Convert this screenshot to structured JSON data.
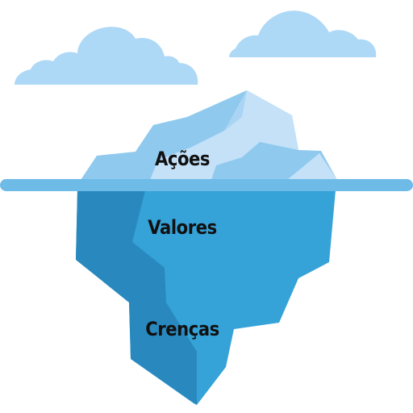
{
  "layers": [
    {
      "label": "Ações",
      "zone": "above-water"
    },
    {
      "label": "Valores",
      "zone": "below-water"
    },
    {
      "label": "Crenças",
      "zone": "deep"
    }
  ],
  "colors": {
    "cloud": "#add8f6",
    "ice_light": "#c4e1f8",
    "ice_mid": "#8fc9ee",
    "waterline": "#6fbbe8",
    "underwater_light": "#35a2d8",
    "underwater_dark": "#2989bf",
    "text": "#111111"
  },
  "icons": [
    "cloud-icon",
    "iceberg-icon"
  ]
}
